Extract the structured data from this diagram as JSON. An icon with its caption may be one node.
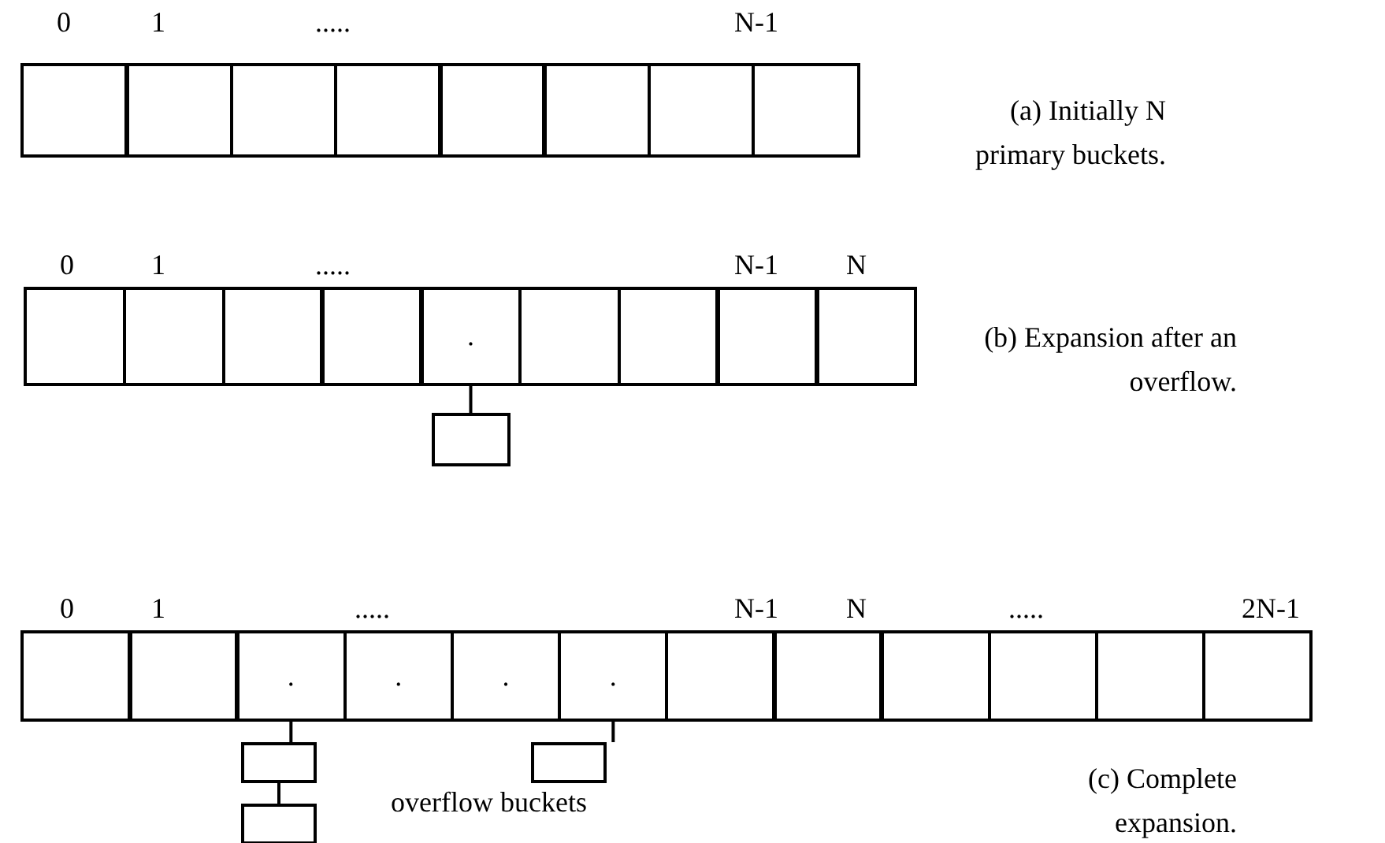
{
  "diagram": {
    "nodes": [
      {
        "text": [],
        "shape": "box"
      },
      {
        "text": [],
        "shape": "box"
      },
      {
        "text": [],
        "shape": "box"
      },
      {
        "text": [],
        "shape": "box"
      },
      {
        "text": [],
        "shape": "box"
      },
      {
        "text": [],
        "shape": "box"
      },
      {
        "text": [],
        "shape": "box"
      },
      {
        "text": [],
        "shape": "box"
      },
      {
        "text": [],
        "shape": "box"
      },
      {
        "text": [],
        "shape": "box"
      },
      {
        "text": [],
        "shape": "box"
      },
      {
        "text": [],
        "shape": "box"
      },
      {
        "text": [
          "."
        ]
      },
      {
        "text": [],
        "shape": "box"
      },
      {
        "text": [],
        "shape": "box"
      },
      {
        "text": [],
        "shape": "box"
      },
      {
        "text": [],
        "shape": "box"
      },
      {
        "text": [],
        "shape": "box"
      },
      {
        "text": [],
        "shape": "box"
      },
      {
        "text": [],
        "shape": "box"
      },
      {
        "text": [
          "."
        ]
      },
      {
        "text": [
          "."
        ]
      },
      {
        "text": [
          "."
        ]
      },
      {
        "text": [
          "."
        ]
      },
      {
        "text": [],
        "shape": "box"
      },
      {
        "text": [],
        "shape": "box"
      },
      {
        "text": [],
        "shape": "box"
      },
      {
        "text": [],
        "shape": "box"
      },
      {
        "text": [],
        "shape": "box"
      },
      {
        "text": [],
        "shape": "box"
      },
      {
        "text": [],
        "shape": "box"
      },
      {
        "text": [],
        "shape": "box"
      },
      {
        "text": [],
        "shape": "box"
      }
    ],
    "edges": [
      {
        "from": 12,
        "to": 17,
        "arrow": "none"
      },
      {
        "from": 20,
        "to": 30,
        "arrow": "none"
      },
      {
        "from": 30,
        "to": 31,
        "arrow": "none"
      },
      {
        "from": 23,
        "to": 32,
        "arrow": "none"
      }
    ],
    "labels": [
      "0",
      "1",
      ".....",
      "N-1",
      "(a) Initially N primary buckets.",
      "0",
      "1",
      ".....",
      "N-1",
      "N",
      "(b) Expansion after an overflow.",
      "0",
      "1",
      ".....",
      "N-1",
      "N",
      ".....",
      "2N-1",
      "overflow buckets",
      "(c) Complete expansion."
    ]
  }
}
